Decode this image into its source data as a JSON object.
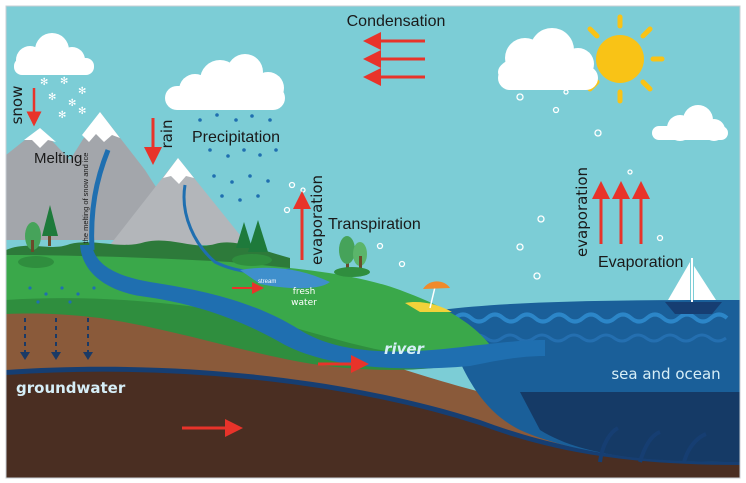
{
  "labels": {
    "condensation": "Condensation",
    "snow": "snow",
    "rain": "rain",
    "precipitation": "Precipitation",
    "melting": "Melting",
    "melting_snow_ice": "the melting of snow and ice",
    "evaporation_left": "evaporation",
    "transpiration": "Transpiration",
    "stream": "stream",
    "fresh_water_line1": "fresh",
    "fresh_water_line2": "water",
    "river": "river",
    "groundwater": "groundwater",
    "evaporation_right": "evaporation",
    "evaporation_cap": "Evaporation",
    "sea_and_ocean": "sea and ocean"
  },
  "colors": {
    "sky": "#7ccdd6",
    "arrow": "#e8332a",
    "mountain": "#a3a6ab",
    "snowcap": "#ffffff",
    "grass": "#3aa84a",
    "soil": "#8a5a3a",
    "deep_soil": "#4a2e22",
    "river": "#1f6fb0",
    "ocean": "#1a5f99",
    "deep_ocean": "#153a66",
    "sun": "#f9c316",
    "text": "#1a1a1a",
    "light_text": "#d6eef7"
  }
}
